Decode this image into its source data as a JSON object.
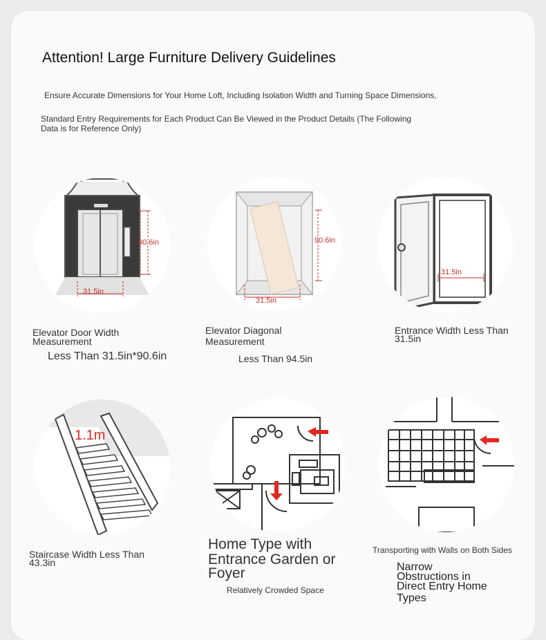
{
  "header": {
    "title": "Attention! Large Furniture Delivery Guidelines",
    "note1": "Ensure Accurate Dimensions for Your Home Loft, Including Isolation Width and Turning Space Dimensions,",
    "note2_line1": "Standard Entry Requirements for Each Product Can Be Viewed in the Product Details (The Following",
    "note2_line2": "Data is for Reference Only)"
  },
  "items": [
    {
      "icon": "elevator-door-icon",
      "label_line1": "Elevator Door Width",
      "label_line2": "Measurement",
      "sub": "Less Than 31.5in*90.6in",
      "dim_height": "90.6in",
      "dim_width": "31.5in"
    },
    {
      "icon": "elevator-diagonal-icon",
      "label_line1": "Elevator Diagonal",
      "label_line2": "Measurement",
      "sub": "Less Than 94.5in",
      "dim_height": "90.6in",
      "dim_width": "31.5in"
    },
    {
      "icon": "entrance-door-icon",
      "label_line1": "Entrance Width Less Than",
      "label_line2": "31.5in",
      "dim_width": "31.5in"
    },
    {
      "icon": "staircase-icon",
      "label_line1": "Staircase Width Less Than",
      "label_line2": "43.3in",
      "dim_width": "1.1m"
    },
    {
      "icon": "floor-plan-icon",
      "label_line1": "Home Type with",
      "label_line2": "Entrance Garden or",
      "label_line3": "Foyer",
      "sub": "Relatively Crowded Space"
    },
    {
      "icon": "corridor-walls-icon",
      "caption": "Transporting with Walls on Both Sides",
      "label_line1": "Narrow",
      "label_line2": "Obstructions in",
      "label_line3": "Direct Entry Home",
      "label_line4": "Types"
    }
  ],
  "colors": {
    "accent": "#e02820",
    "dimension": "#c3312a",
    "card": "#fafafa",
    "background": "#ececec"
  }
}
